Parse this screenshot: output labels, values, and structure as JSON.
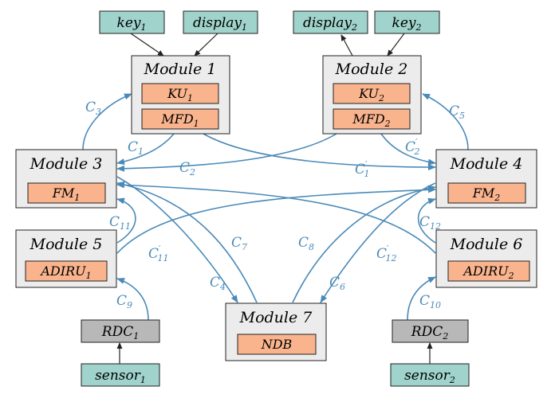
{
  "colors": {
    "teal": "#9fd3cb",
    "module_fill": "#ececec",
    "orange": "#f9b48e",
    "gray": "#b8b8b8",
    "arrow": "#4a8ab8",
    "stroke": "#222222"
  },
  "io": {
    "key1": {
      "base": "key",
      "sub": "1"
    },
    "display1": {
      "base": "display",
      "sub": "1"
    },
    "display2": {
      "base": "display",
      "sub": "2"
    },
    "key2": {
      "base": "key",
      "sub": "2"
    },
    "rdc1": {
      "base": "RDC",
      "sub": "1"
    },
    "rdc2": {
      "base": "RDC",
      "sub": "2"
    },
    "sensor1": {
      "base": "sensor",
      "sub": "1"
    },
    "sensor2": {
      "base": "sensor",
      "sub": "2"
    }
  },
  "modules": {
    "m1": {
      "title": "Module 1",
      "comp_a": {
        "base": "KU",
        "sub": "1"
      },
      "comp_b": {
        "base": "MFD",
        "sub": "1"
      }
    },
    "m2": {
      "title": "Module 2",
      "comp_a": {
        "base": "KU",
        "sub": "2"
      },
      "comp_b": {
        "base": "MFD",
        "sub": "2"
      }
    },
    "m3": {
      "title": "Module 3",
      "comp_a": {
        "base": "FM",
        "sub": "1"
      }
    },
    "m4": {
      "title": "Module 4",
      "comp_a": {
        "base": "FM",
        "sub": "2"
      }
    },
    "m5": {
      "title": "Module 5",
      "comp_a": {
        "base": "ADIRU",
        "sub": "1"
      }
    },
    "m6": {
      "title": "Module 6",
      "comp_a": {
        "base": "ADIRU",
        "sub": "2"
      }
    },
    "m7": {
      "title": "Module 7",
      "comp_a": {
        "base": "NDB",
        "sub": ""
      }
    }
  },
  "channels": {
    "c1": {
      "base": "C",
      "sub": "1",
      "prime": ""
    },
    "c1p": {
      "base": "C",
      "sub": "1",
      "prime": "′"
    },
    "c2": {
      "base": "C",
      "sub": "2",
      "prime": ""
    },
    "c2p": {
      "base": "C",
      "sub": "2",
      "prime": "′"
    },
    "c3": {
      "base": "C",
      "sub": "3",
      "prime": ""
    },
    "c4": {
      "base": "C",
      "sub": "4",
      "prime": ""
    },
    "c5": {
      "base": "C",
      "sub": "5",
      "prime": ""
    },
    "c6": {
      "base": "C",
      "sub": "6",
      "prime": ""
    },
    "c7": {
      "base": "C",
      "sub": "7",
      "prime": ""
    },
    "c8": {
      "base": "C",
      "sub": "8",
      "prime": ""
    },
    "c9": {
      "base": "C",
      "sub": "9",
      "prime": ""
    },
    "c10": {
      "base": "C",
      "sub": "10",
      "prime": ""
    },
    "c11": {
      "base": "C",
      "sub": "11",
      "prime": ""
    },
    "c11p": {
      "base": "C",
      "sub": "11",
      "prime": "′"
    },
    "c12": {
      "base": "C",
      "sub": "12",
      "prime": ""
    },
    "c12p": {
      "base": "C",
      "sub": "12",
      "prime": "′"
    }
  }
}
